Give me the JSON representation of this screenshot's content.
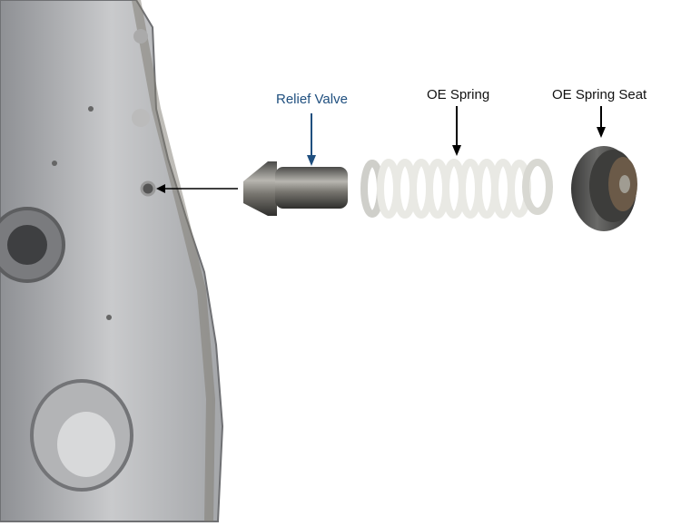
{
  "labels": {
    "relief_valve": "Relief Valve",
    "oe_spring": "OE Spring",
    "oe_spring_seat": "OE Spring Seat"
  },
  "colors": {
    "relief_valve_label": "#1f4f7f",
    "label_default": "#111111"
  }
}
